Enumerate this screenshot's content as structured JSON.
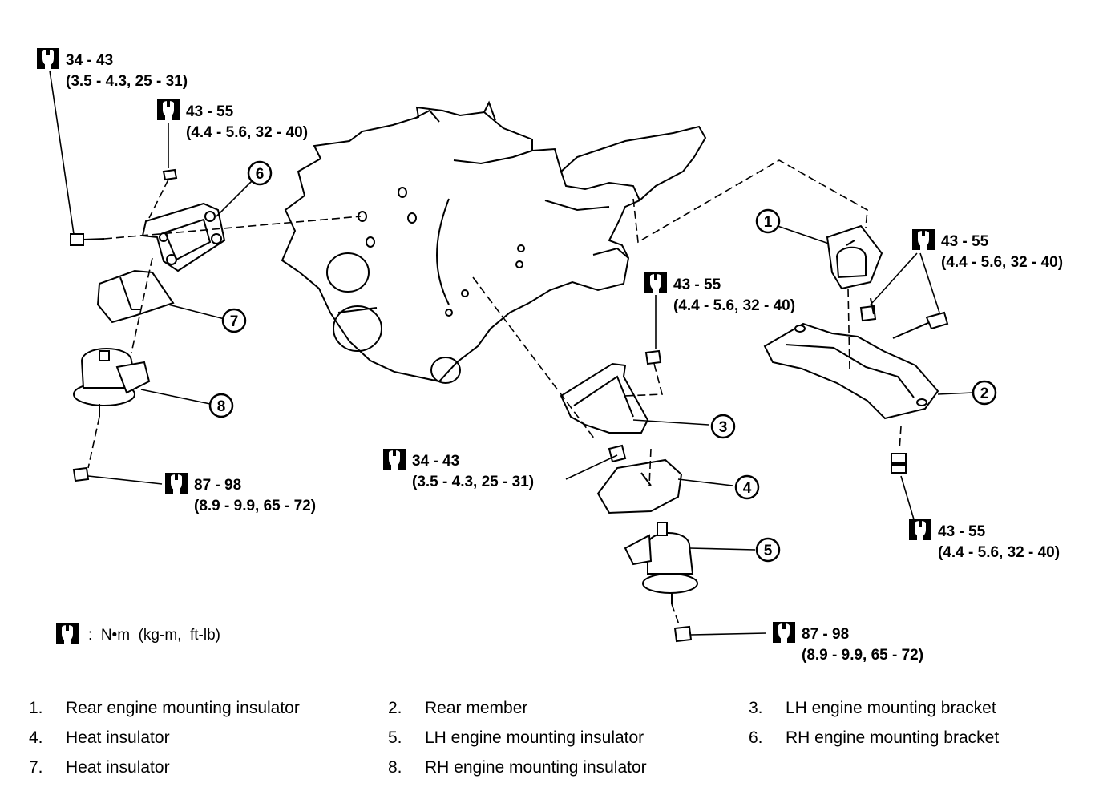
{
  "torque_specs": [
    {
      "id": "t1",
      "value": "34 - 43",
      "detail": "(3.5 - 4.3, 25 - 31)"
    },
    {
      "id": "t2",
      "value": "43 - 55",
      "detail": "(4.4 - 5.6, 32 - 40)"
    },
    {
      "id": "t3",
      "value": "87 - 98",
      "detail": "(8.9 - 9.9, 65 - 72)"
    },
    {
      "id": "t4",
      "value": "34 - 43",
      "detail": "(3.5 - 4.3, 25 - 31)"
    },
    {
      "id": "t5",
      "value": "43 - 55",
      "detail": "(4.4 - 5.6, 32 - 40)"
    },
    {
      "id": "t6",
      "value": "43 - 55",
      "detail": "(4.4 - 5.6, 32 - 40)"
    },
    {
      "id": "t7",
      "value": "43 - 55",
      "detail": "(4.4 - 5.6, 32 - 40)"
    },
    {
      "id": "t8",
      "value": "87 - 98",
      "detail": "(8.9 - 9.9, 65 - 72)"
    }
  ],
  "callouts": [
    "1",
    "2",
    "3",
    "4",
    "5",
    "6",
    "7",
    "8"
  ],
  "legend": {
    "icon": "torque-wrench-icon",
    "text": ":  N•m  (kg-m,  ft-lb)"
  },
  "parts": [
    {
      "num": "1.",
      "name": "Rear engine mounting insulator"
    },
    {
      "num": "2.",
      "name": "Rear member"
    },
    {
      "num": "3.",
      "name": "LH engine mounting bracket"
    },
    {
      "num": "4.",
      "name": "Heat insulator"
    },
    {
      "num": "5.",
      "name": "LH engine mounting insulator"
    },
    {
      "num": "6.",
      "name": "RH engine mounting bracket"
    },
    {
      "num": "7.",
      "name": "Heat insulator"
    },
    {
      "num": "8.",
      "name": "RH engine mounting insulator"
    }
  ]
}
